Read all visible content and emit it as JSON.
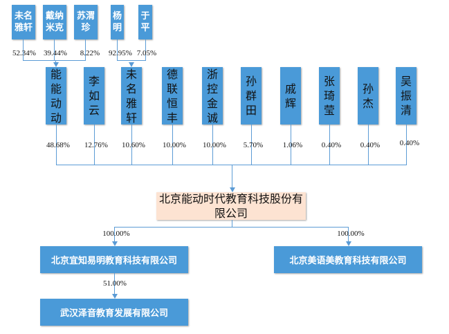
{
  "top_shareholders": [
    {
      "name": "未名\n雅轩",
      "pct": "52.34%"
    },
    {
      "name": "戴纳\n米克",
      "pct": "39.44%"
    },
    {
      "name": "苏渭\n珍",
      "pct": "8.22%"
    },
    {
      "name": "杨\n明",
      "pct": "92.95%"
    },
    {
      "name": "于\n平",
      "pct": "7.05%"
    }
  ],
  "shareholders": [
    {
      "name": "能\n能\n动\n动",
      "pct": "48.68%"
    },
    {
      "name": "李\n如\n云",
      "pct": "12.76%"
    },
    {
      "name": "未\n名\n雅\n轩",
      "pct": "10.60%"
    },
    {
      "name": "德\n联\n恒\n丰",
      "pct": "10.00%"
    },
    {
      "name": "浙\n控\n金\n诚",
      "pct": "10.00%"
    },
    {
      "name": "孙\n群\n田",
      "pct": "5.70%"
    },
    {
      "name": "戚\n辉",
      "pct": "1.06%"
    },
    {
      "name": "张\n琦\n莹",
      "pct": "0.40%"
    },
    {
      "name": "孙\n杰",
      "pct": "0.40%"
    },
    {
      "name": "吴\n振\n清",
      "pct": "0.40%"
    }
  ],
  "company": {
    "name": "北京能动时代教育科技股份有\n限公司"
  },
  "subsidiaries": [
    {
      "name": "北京宜知易明教育科技有限公司",
      "pct": "100.00%"
    },
    {
      "name": "北京美语美教育科技有限公司",
      "pct": "100.00%"
    }
  ],
  "sub_subsidiary": {
    "name": "武汉泽音教育发展有限公司",
    "pct": "51.00%"
  },
  "colors": {
    "box": "#4a9ad8",
    "main_box": "#fde3d2",
    "line": "#5b9bd5"
  }
}
